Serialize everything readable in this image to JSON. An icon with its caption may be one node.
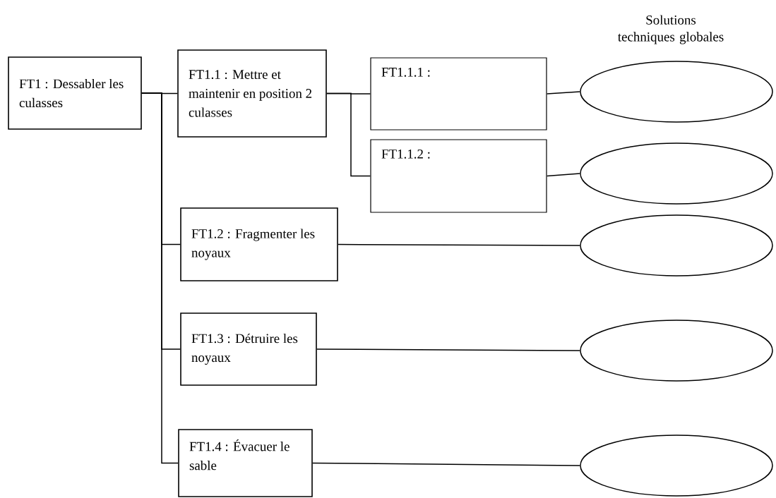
{
  "diagram": {
    "nodes": [
      {
        "text": [
          "FT1 : Dessabler les culasses"
        ]
      },
      {
        "text": [
          "FT1.1 : Mettre et maintenir en position 2 culasses"
        ]
      },
      {
        "text": [
          "FT1.1.1 :"
        ]
      },
      {
        "text": [
          "FT1.1.2 :"
        ]
      },
      {
        "text": [
          "FT1.2 : Fragmenter les noyaux"
        ]
      },
      {
        "text": [
          "FT1.3 : Détruire les noyaux"
        ]
      },
      {
        "text": [
          "FT1.4 : Évacuer le sable"
        ]
      },
      {
        "text": [],
        "shape": "ellipse"
      },
      {
        "text": [],
        "shape": "ellipse"
      },
      {
        "text": [],
        "shape": "ellipse"
      },
      {
        "text": [],
        "shape": "ellipse"
      },
      {
        "text": [],
        "shape": "ellipse"
      }
    ],
    "edges": [
      {
        "from": 0,
        "to": 1,
        "arrow": "none"
      },
      {
        "from": 0,
        "to": 4,
        "arrow": "none"
      },
      {
        "from": 0,
        "to": 5,
        "arrow": "none"
      },
      {
        "from": 0,
        "to": 6,
        "arrow": "none"
      },
      {
        "from": 1,
        "to": 2,
        "arrow": "none"
      },
      {
        "from": 1,
        "to": 3,
        "arrow": "none"
      },
      {
        "from": 2,
        "to": 7,
        "arrow": "none"
      },
      {
        "from": 3,
        "to": 8,
        "arrow": "none"
      },
      {
        "from": 4,
        "to": 9,
        "arrow": "none"
      },
      {
        "from": 5,
        "to": 10,
        "arrow": "none"
      },
      {
        "from": 6,
        "to": 11,
        "arrow": "none"
      }
    ],
    "labels": [
      "Solutions techniques globales"
    ]
  }
}
